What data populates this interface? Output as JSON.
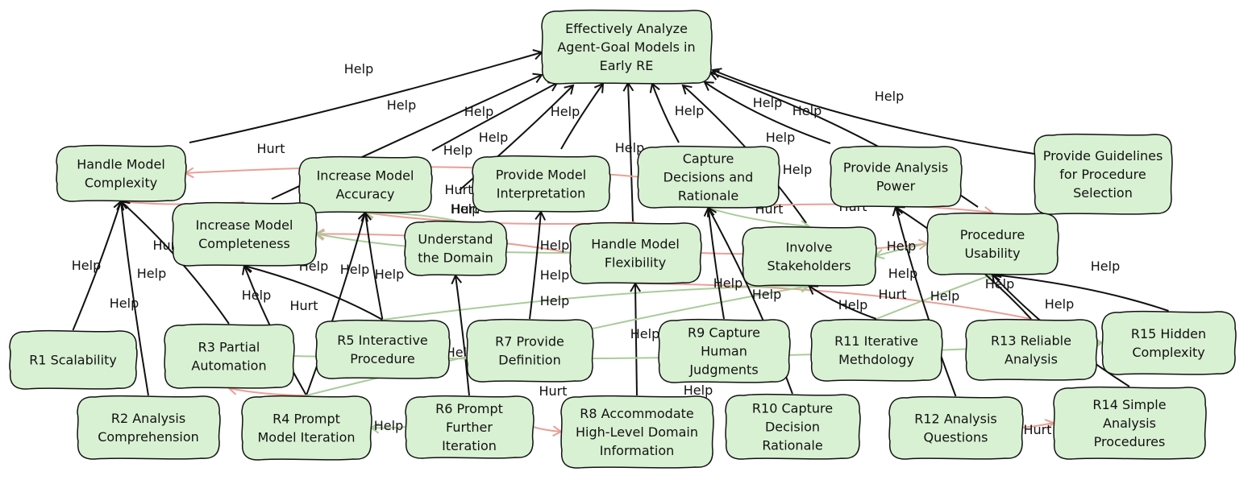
{
  "colors": {
    "help": "#111111",
    "hurt": "#e8a096",
    "help_green": "#a8cc98",
    "node_fill": "#d9f1d3"
  },
  "labels": {
    "help": "Help",
    "hurt": "Hurt"
  },
  "nodes": {
    "root": [
      "Effectively Analyze",
      "Agent-Goal Models in",
      "Early RE"
    ],
    "hmc": [
      "Handle Model",
      "Complexity"
    ],
    "ima": [
      "Increase Model",
      "Accuracy"
    ],
    "pmi": [
      "Provide Model",
      "Interpretation"
    ],
    "cdr": [
      "Capture",
      "Decisions and",
      "Rationale"
    ],
    "pap": [
      "Provide Analysis",
      "Power"
    ],
    "pgps": [
      "Provide Guidelines",
      "for Procedure",
      "Selection"
    ],
    "imc": [
      "Increase Model",
      "Completeness"
    ],
    "utd": [
      "Understand",
      "the Domain"
    ],
    "hmf": [
      "Handle Model",
      "Flexibility"
    ],
    "ist": [
      "Involve",
      "Stakeholders"
    ],
    "pu": [
      "Procedure",
      "Usability"
    ],
    "r1": [
      "R1 Scalability"
    ],
    "r3": [
      "R3 Partial",
      "Automation"
    ],
    "r5": [
      "R5 Interactive",
      "Procedure"
    ],
    "r7": [
      "R7 Provide",
      "Definition"
    ],
    "r9": [
      "R9 Capture",
      "Human",
      "Judgments"
    ],
    "r11": [
      "R11 Iterative",
      "Methdology"
    ],
    "r13": [
      "R13 Reliable",
      "Analysis"
    ],
    "r15": [
      "R15 Hidden",
      "Complexity"
    ],
    "r2": [
      "R2 Analysis",
      "Comprehension"
    ],
    "r4": [
      "R4 Prompt",
      "Model Iteration"
    ],
    "r6": [
      "R6 Prompt",
      "Further",
      "Iteration"
    ],
    "r8": [
      "R8 Accommodate",
      "High-Level Domain",
      "Information"
    ],
    "r10": [
      "R10 Capture",
      "Decision",
      "Rationale"
    ],
    "r12": [
      "R12 Analysis",
      "Questions"
    ],
    "r14": [
      "R14 Simple",
      "Analysis",
      "Procedures"
    ]
  },
  "links": [
    {
      "from": "hmc",
      "to": "root",
      "kind": "help"
    },
    {
      "from": "imc",
      "to": "root",
      "kind": "help"
    },
    {
      "from": "ima",
      "to": "root",
      "kind": "help"
    },
    {
      "from": "utd",
      "to": "root",
      "kind": "help"
    },
    {
      "from": "pmi",
      "to": "root",
      "kind": "help"
    },
    {
      "from": "hmf",
      "to": "root",
      "kind": "help"
    },
    {
      "from": "cdr",
      "to": "root",
      "kind": "help"
    },
    {
      "from": "ist",
      "to": "root",
      "kind": "help"
    },
    {
      "from": "pap",
      "to": "root",
      "kind": "help"
    },
    {
      "from": "pu",
      "to": "root",
      "kind": "help"
    },
    {
      "from": "pgps",
      "to": "root",
      "kind": "help"
    },
    {
      "from": "cdr",
      "to": "hmc",
      "kind": "hurt"
    },
    {
      "from": "cdr",
      "to": "ist",
      "kind": "help_green"
    },
    {
      "from": "cdr",
      "to": "pu",
      "kind": "hurt"
    },
    {
      "from": "hmf",
      "to": "ima",
      "kind": "hurt"
    },
    {
      "from": "hmf",
      "to": "imc",
      "kind": "hurt"
    },
    {
      "from": "hmf",
      "to": "pu",
      "kind": "hurt"
    },
    {
      "from": "hmf",
      "to": "r13",
      "kind": "hurt"
    },
    {
      "from": "imc",
      "to": "hmc",
      "kind": "hurt"
    },
    {
      "from": "utd",
      "to": "ima",
      "kind": "help_green"
    },
    {
      "from": "hmf",
      "to": "imc",
      "kind": "help_green"
    },
    {
      "from": "r1",
      "to": "hmc",
      "kind": "help"
    },
    {
      "from": "r2",
      "to": "hmc",
      "kind": "help"
    },
    {
      "from": "r3",
      "to": "hmc",
      "kind": "help"
    },
    {
      "from": "r4",
      "to": "imc",
      "kind": "help"
    },
    {
      "from": "r4",
      "to": "ima",
      "kind": "help"
    },
    {
      "from": "r4",
      "to": "r3",
      "kind": "hurt"
    },
    {
      "from": "r5",
      "to": "imc",
      "kind": "help"
    },
    {
      "from": "r5",
      "to": "ima",
      "kind": "help"
    },
    {
      "from": "r5",
      "to": "ist",
      "kind": "help_green"
    },
    {
      "from": "r6",
      "to": "r4",
      "kind": "help_green"
    },
    {
      "from": "r6",
      "to": "utd",
      "kind": "help"
    },
    {
      "from": "r6",
      "to": "r8",
      "kind": "hurt"
    },
    {
      "from": "r7",
      "to": "pmi",
      "kind": "help"
    },
    {
      "from": "r8",
      "to": "hmf",
      "kind": "help"
    },
    {
      "from": "r4",
      "to": "ist",
      "kind": "help_green"
    },
    {
      "from": "r9",
      "to": "cdr",
      "kind": "help"
    },
    {
      "from": "r10",
      "to": "cdr",
      "kind": "help"
    },
    {
      "from": "r11",
      "to": "ist",
      "kind": "help"
    },
    {
      "from": "r11",
      "to": "pu",
      "kind": "help_green"
    },
    {
      "from": "r12",
      "to": "pap",
      "kind": "help"
    },
    {
      "from": "r13",
      "to": "pap",
      "kind": "help"
    },
    {
      "from": "r14",
      "to": "pu",
      "kind": "help"
    },
    {
      "from": "r15",
      "to": "pu",
      "kind": "help"
    },
    {
      "from": "r12",
      "to": "r14",
      "kind": "hurt"
    },
    {
      "from": "pu",
      "to": "ist",
      "kind": "help_green"
    },
    {
      "from": "r3",
      "to": "r15",
      "kind": "help_green"
    }
  ]
}
